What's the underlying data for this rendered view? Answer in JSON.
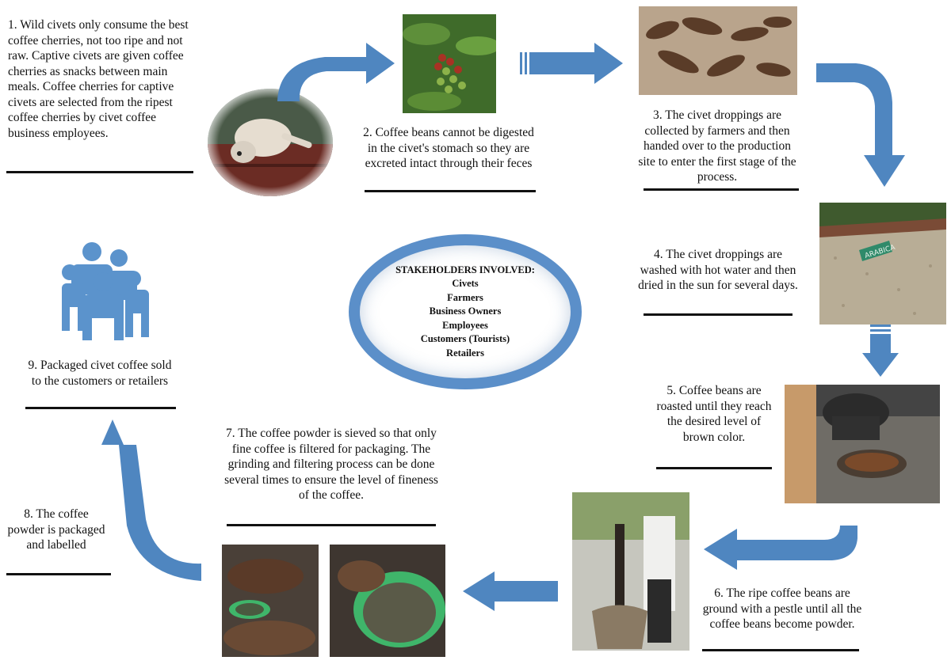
{
  "steps": {
    "s1": "1. Wild civets only consume the best coffee cherries, not too ripe and not raw. Captive civets are given coffee cherries as snacks between main meals. Coffee cherries for captive civets are selected from the ripest coffee cherries by civet coffee business employees.",
    "s2": "2. Coffee beans cannot be digested in the civet's stomach so they are excreted intact through their feces",
    "s3": "3. The civet droppings are collected by farmers and then handed over to the production site to enter the first stage of the process.",
    "s4": "4. The civet droppings are washed with hot water and then dried in the sun for several days.",
    "s5": "5. Coffee beans are roasted until they reach the desired level of brown color.",
    "s6": "6. The ripe coffee beans are ground with a pestle until all the coffee beans become powder.",
    "s7": "7. The coffee powder is sieved so that only fine coffee is filtered for packaging. The grinding and filtering process can be done several times to ensure the level of fineness of the coffee.",
    "s8": "8. The coffee powder is packaged and labelled",
    "s9": "9. Packaged civet coffee sold to the customers or retailers"
  },
  "stakeholders": {
    "title": "STAKEHOLDERS INVOLVED:",
    "items": [
      "Civets",
      "Farmers",
      "Business Owners",
      "Employees",
      "Customers (Tourists)",
      "Retailers"
    ]
  },
  "photo_labels": {
    "sign": "ARABICA"
  },
  "colors": {
    "arrow": "#4f86c0",
    "ellipse": "#5b8fc9",
    "icon": "#5b93cc"
  },
  "icons": {
    "people": "people-group-icon"
  }
}
